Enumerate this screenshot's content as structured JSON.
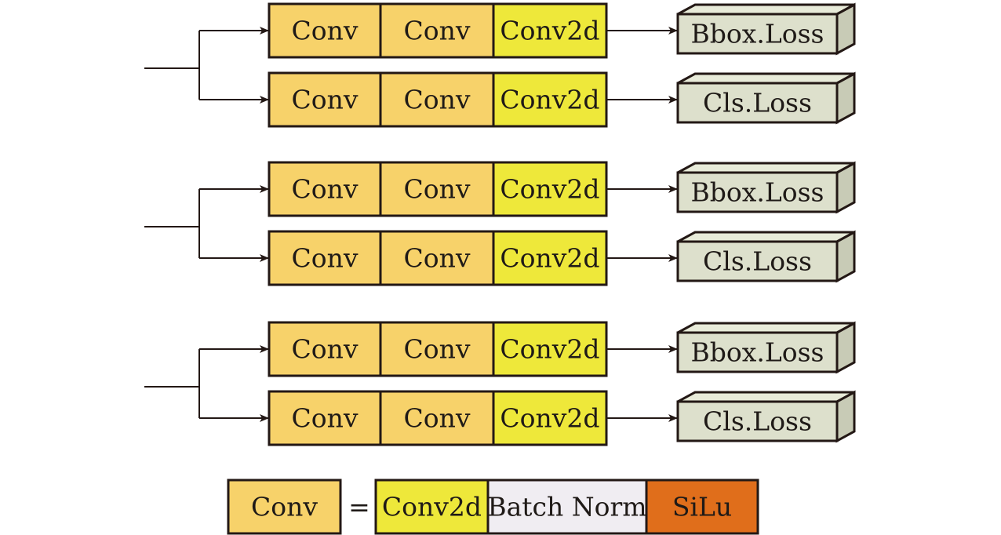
{
  "heads": [
    {
      "branches": [
        {
          "blocks": [
            "Conv",
            "Conv",
            "Conv2d"
          ],
          "output": "Bbox.Loss"
        },
        {
          "blocks": [
            "Conv",
            "Conv",
            "Conv2d"
          ],
          "output": "Cls.Loss"
        }
      ]
    },
    {
      "branches": [
        {
          "blocks": [
            "Conv",
            "Conv",
            "Conv2d"
          ],
          "output": "Bbox.Loss"
        },
        {
          "blocks": [
            "Conv",
            "Conv",
            "Conv2d"
          ],
          "output": "Cls.Loss"
        }
      ]
    },
    {
      "branches": [
        {
          "blocks": [
            "Conv",
            "Conv",
            "Conv2d"
          ],
          "output": "Bbox.Loss"
        },
        {
          "blocks": [
            "Conv",
            "Conv",
            "Conv2d"
          ],
          "output": "Cls.Loss"
        }
      ]
    }
  ],
  "legend": {
    "term": "Conv",
    "equals": "=",
    "parts": [
      "Conv2d",
      "Batch Norm",
      "SiLu"
    ]
  },
  "colors": {
    "conv": "#f7d26a",
    "conv2d": "#eee83a",
    "loss_front": "#dde0cc",
    "loss_top": "#e8ebd9",
    "loss_side": "#c8cbb6",
    "batch_norm": "#f0edf2",
    "silu": "#e06e1b",
    "line": "#231815"
  }
}
